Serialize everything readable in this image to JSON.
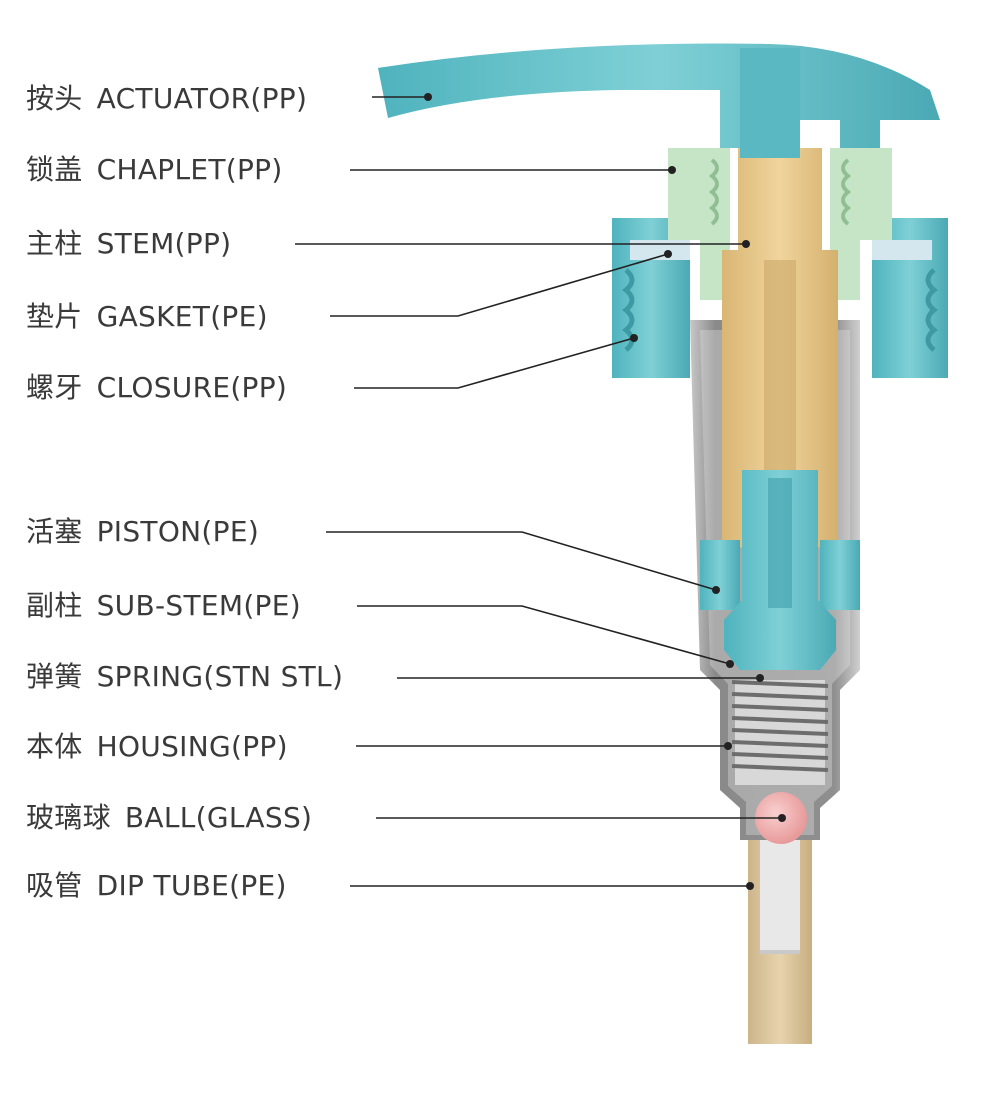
{
  "colors": {
    "teal": "#6cc4cc",
    "teal_dark": "#3a9aa6",
    "stem_tan": "#e8c88f",
    "chaplet_green": "#c9e6c9",
    "housing_gray": "#9a9a9a",
    "ball_pink": "#f0b0b0",
    "dip_tube": "#d9c49e",
    "line": "#222222",
    "text": "#3a3a3a"
  },
  "labels": [
    {
      "zh": "按头",
      "en": "ACTUATOR(PP)"
    },
    {
      "zh": "锁盖",
      "en": "CHAPLET(PP)"
    },
    {
      "zh": "主柱",
      "en": "STEM(PP)"
    },
    {
      "zh": "垫片",
      "en": "GASKET(PE)"
    },
    {
      "zh": "螺牙",
      "en": "CLOSURE(PP)"
    },
    {
      "zh": "活塞",
      "en": "PISTON(PE)"
    },
    {
      "zh": "副柱",
      "en": "SUB-STEM(PE)"
    },
    {
      "zh": "弹簧",
      "en": "SPRING(STN STL)"
    },
    {
      "zh": "本体",
      "en": "HOUSING(PP)"
    },
    {
      "zh": "玻璃球",
      "en": "BALL(GLASS)"
    },
    {
      "zh": "吸管",
      "en": "DIP TUBE(PE)"
    }
  ]
}
